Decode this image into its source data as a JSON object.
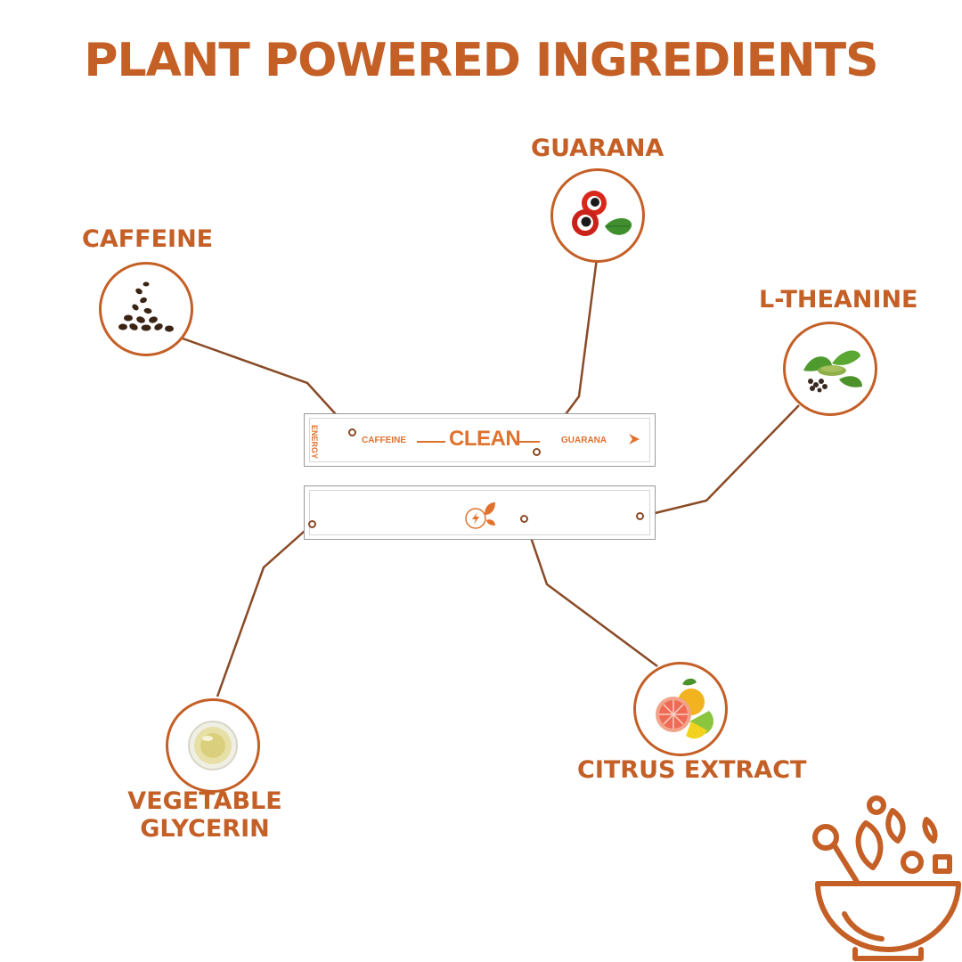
{
  "title": "PLANT POWERED INGREDIENTS",
  "ingredients": {
    "caffeine": "CAFFEINE",
    "guarana": "GUARANA",
    "ltheanine": "L-THEANINE",
    "vegetable_line1": "VEGETABLE",
    "vegetable_line2": "GLYCERIN",
    "citrus": "CITRUS EXTRACT"
  },
  "stick": {
    "side_text": "ENERGY",
    "left_text": "CAFFEINE",
    "center_text": "CLEAN",
    "right_text": "GUARANA"
  },
  "colors": {
    "brand": "#c45f26",
    "stick_accent": "#e0722e",
    "line": "#8a4a26"
  },
  "icons": [
    "coffee-beans-icon",
    "guarana-fruit-icon",
    "tea-leaves-icon",
    "glycerin-oil-icon",
    "citrus-fruit-icon",
    "bowl-ingredients-icon",
    "energy-logo-icon"
  ]
}
